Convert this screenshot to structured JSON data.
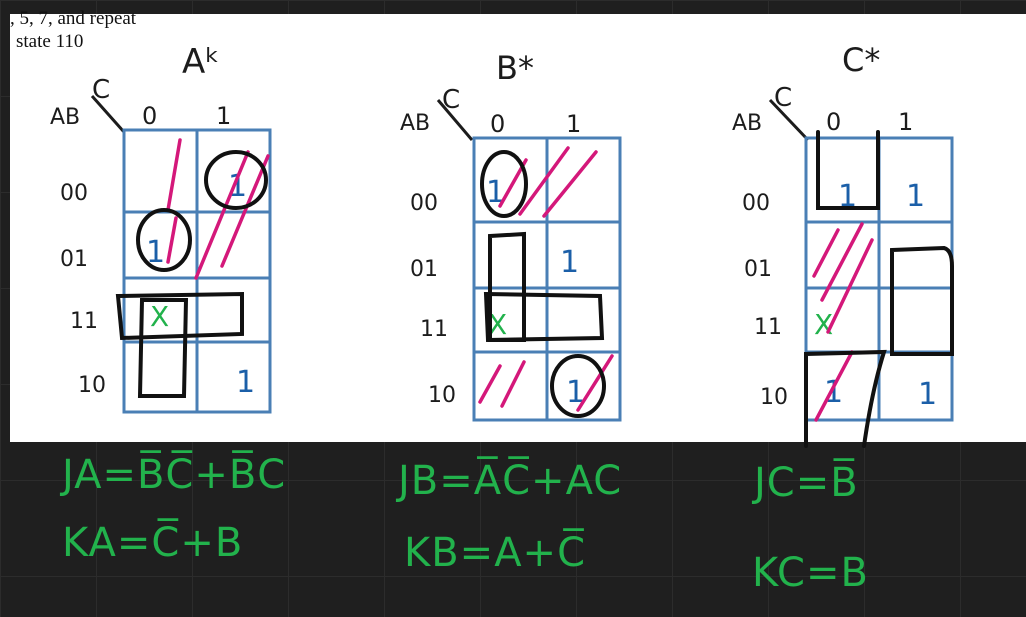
{
  "header": {
    "cut_line": ", 5, 7, and repeat",
    "state_line": "state 110"
  },
  "maps": [
    {
      "title": "Aᵏ",
      "corner_top": "C",
      "corner_left": "AB",
      "col_labels": [
        "0",
        "1"
      ],
      "row_labels": [
        "00",
        "01",
        "11",
        "10"
      ],
      "cells": [
        [
          "",
          "1"
        ],
        [
          "1",
          ""
        ],
        [
          "X",
          ""
        ],
        [
          "",
          "1"
        ]
      ]
    },
    {
      "title": "B*",
      "corner_top": "C",
      "corner_left": "AB",
      "col_labels": [
        "0",
        "1"
      ],
      "row_labels": [
        "00",
        "01",
        "11",
        "10"
      ],
      "cells": [
        [
          "1",
          ""
        ],
        [
          "",
          "1"
        ],
        [
          "X",
          ""
        ],
        [
          "",
          "1"
        ]
      ]
    },
    {
      "title": "C*",
      "corner_top": "C",
      "corner_left": "AB",
      "col_labels": [
        "0",
        "1"
      ],
      "row_labels": [
        "00",
        "01",
        "11",
        "10"
      ],
      "cells": [
        [
          "1",
          "1"
        ],
        [
          "",
          ""
        ],
        [
          "X",
          ""
        ],
        [
          "1",
          "1"
        ]
      ]
    }
  ],
  "equations": {
    "ja": "JA=B̅C̅+B̅C",
    "ka": "KA=C̅+B",
    "jb": "JB=A̅C̅+AC",
    "kb": "KB=A+C̅",
    "jc": "JC=B̅",
    "kc": "KC=B"
  },
  "colors": {
    "grid": "#4a7fb5",
    "ink_black": "#1c1c1c",
    "ink_blue": "#1b5fa8",
    "ink_pink": "#d4187a",
    "ink_green": "#22b24c",
    "background": "#1f1f1f",
    "paper": "#ffffff"
  }
}
